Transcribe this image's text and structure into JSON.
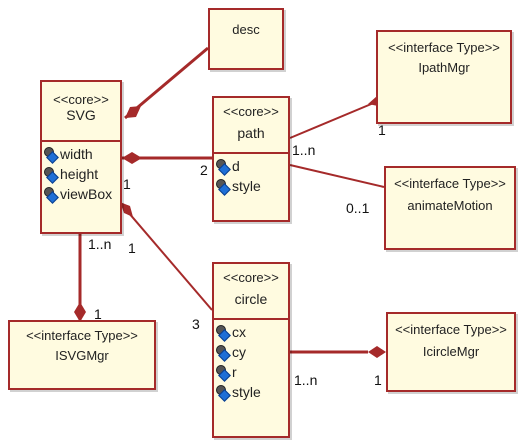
{
  "classes": {
    "svg": {
      "stereotype": "<<core>>",
      "name": "SVG",
      "attrs": [
        "width",
        "height",
        "viewBox"
      ]
    },
    "desc": {
      "name": "desc"
    },
    "path": {
      "stereotype": "<<core>>",
      "name": "path",
      "attrs": [
        "d",
        "style"
      ]
    },
    "circle": {
      "stereotype": "<<core>>",
      "name": "circle",
      "attrs": [
        "cx",
        "cy",
        "r",
        "style"
      ]
    },
    "ipathmgr": {
      "stereotype": "<<interface Type>>",
      "name": "IpathMgr"
    },
    "animatemotion": {
      "stereotype": "<<interface Type>>",
      "name": "animateMotion"
    },
    "isvgmgr": {
      "stereotype": "<<interface Type>>",
      "name": "ISVGMgr"
    },
    "icirclemgr": {
      "stereotype": "<<interface Type>>",
      "name": "IcircleMgr"
    }
  },
  "multiplicities": {
    "svg_path_svg_end": "1",
    "svg_path_path_end": "2",
    "path_ipath_path_end": "1..n",
    "path_ipath_ipath_end": "1",
    "path_anim_anim_end": "0..1",
    "svg_isvg_svg_end": "1..n",
    "svg_isvg_isvg_end": "1",
    "svg_circle_svg_end": "1",
    "svg_circle_circle_end": "3",
    "circle_icircle_circle_end": "1..n",
    "circle_icircle_icircle_end": "1"
  },
  "colors": {
    "line": "#a52a2a",
    "box_fill": "#fffbe0",
    "attr_icon": "#1f6fd6"
  }
}
